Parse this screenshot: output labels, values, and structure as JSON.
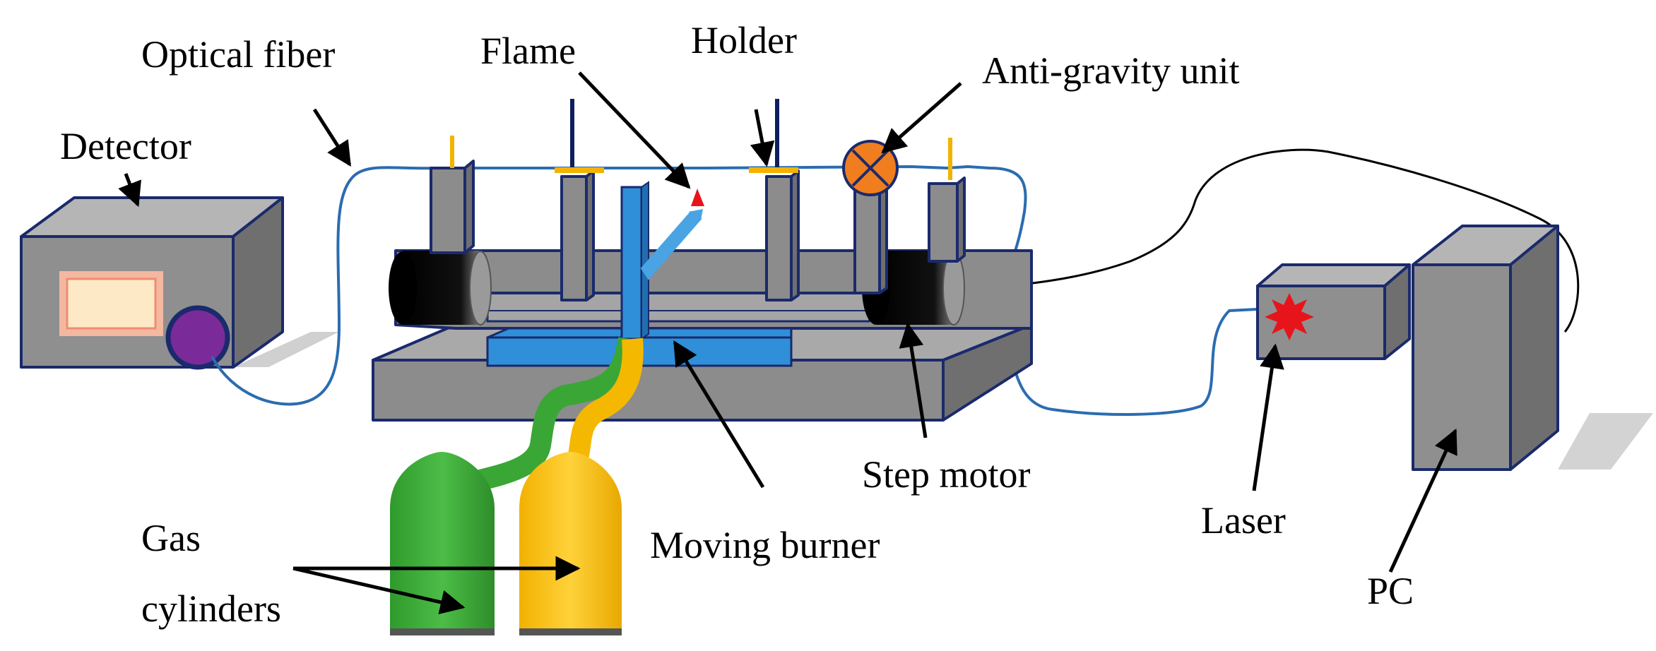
{
  "labels": {
    "optical_fiber": "Optical fiber",
    "flame": "Flame",
    "holder": "Holder",
    "anti_gravity_unit": "Anti-gravity unit",
    "detector": "Detector",
    "gas": "Gas",
    "cylinders": "cylinders",
    "moving_burner": "Moving burner",
    "step_motor": "Step motor",
    "laser": "Laser",
    "pc": "PC"
  },
  "colors": {
    "fiber": "#2b6cb0",
    "gray_face": "#8c8c8c",
    "gray_light": "#a9a9a9",
    "gray_dark": "#6f6f6f",
    "burner_blue": "#2f8fd8",
    "green_cylinder": "#3aa635",
    "yellow_cylinder": "#f5b800",
    "orange_unit": "#f07d1e",
    "purple_knob": "#7b2a9a",
    "laser_star": "#e8141b",
    "holder_bar": "#f2b300",
    "rod": "#0d1f5c"
  }
}
